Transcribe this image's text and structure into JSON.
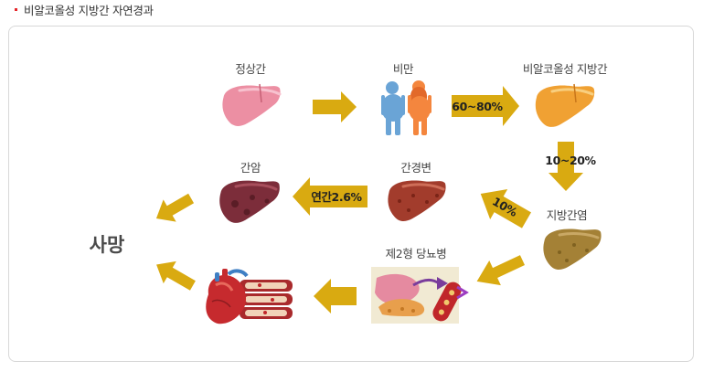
{
  "page": {
    "heading": "비알코올성 지방간 자연경과"
  },
  "stages": {
    "normal_liver": "정상간",
    "obesity": "비만",
    "nafld": "비알코올성 지방간",
    "nash": "지방간염",
    "cirrhosis": "간경변",
    "liver_cancer": "간암",
    "diabetes": "제2형 당뇨병",
    "death": "사망"
  },
  "rates": {
    "obesity_to_nafld": "60~80%",
    "nafld_to_nash": "10~20%",
    "nash_to_cirrhosis": "10%",
    "cirrhosis_to_cancer": "연간2.6%"
  },
  "colors": {
    "arrow": "#d9aa11",
    "bullet": "#e5262b",
    "normal_liver": "#ec8fa3",
    "fatty_liver": "#f0a133",
    "nash_liver": "#a48136",
    "cirrhosis_liver": "#a23c2c",
    "cancer_liver": "#7c2d3a",
    "male": "#6aa4d6",
    "female": "#f4863e"
  }
}
